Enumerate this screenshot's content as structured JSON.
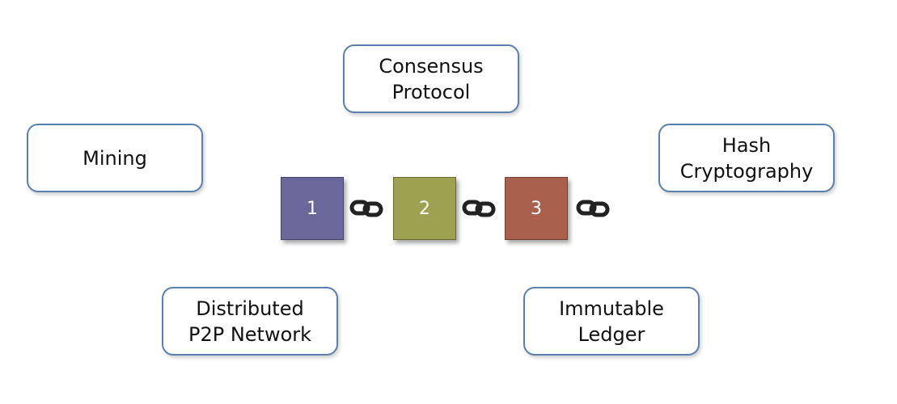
{
  "concepts": {
    "consensus": "Consensus\nProtocol",
    "mining": "Mining",
    "hash": "Hash\nCryptography",
    "distributed": "Distributed\nP2P Network",
    "immutable": "Immutable\nLedger"
  },
  "blocks": [
    {
      "label": "1",
      "color": "#6a679a"
    },
    {
      "label": "2",
      "color": "#9ea14f"
    },
    {
      "label": "3",
      "color": "#a9604d"
    }
  ],
  "colors": {
    "box_border": "#5b7fb0",
    "link": "#222222"
  },
  "icons": {
    "chain": "chain-link-icon"
  }
}
